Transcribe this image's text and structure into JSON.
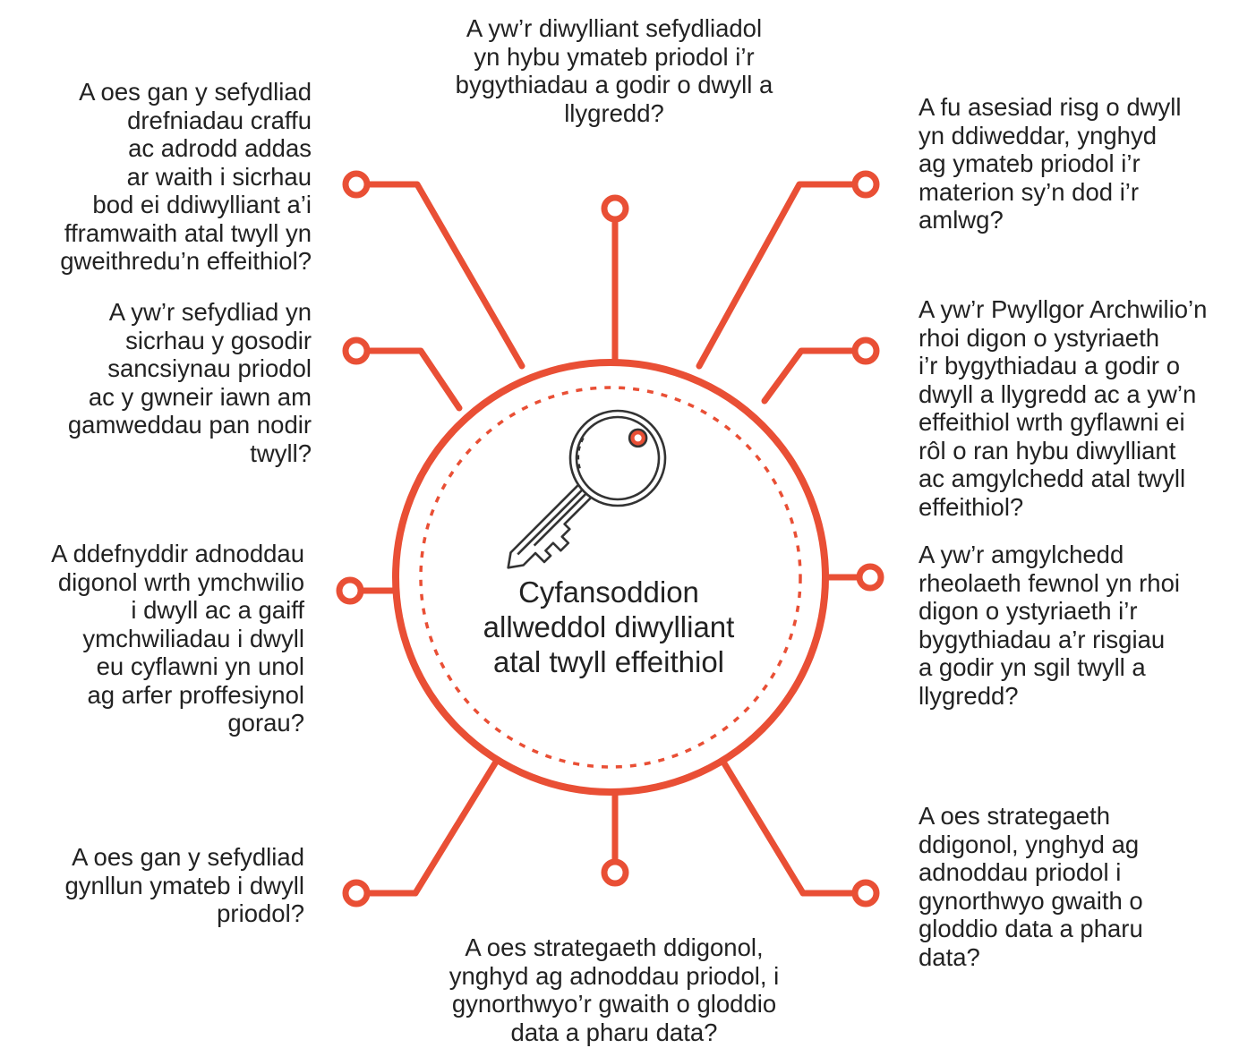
{
  "diagram": {
    "center": {
      "title": "Cyfansoddion\nallweddol diwylliant\natal twyll effeithiol",
      "icon": "key-icon"
    },
    "accent_color": "#E94F35",
    "text_color": "#222222",
    "questions": {
      "top": "A yw’r diwylliant sefydliadol\nyn hybu ymateb priodol i’r\nbygythiadau a godir o dwyll a\nllygredd?",
      "top_right": "A fu asesiad risg o dwyll\nyn ddiweddar, ynghyd\nag ymateb priodol i’r\nmaterion sy’n dod i’r\namlwg?",
      "upper_right": "A yw’r Pwyllgor Archwilio’n\nrhoi digon o ystyriaeth\ni’r bygythiadau a godir o\ndwyll a llygredd ac a yw’n\neffeithiol wrth gyflawni ei\nrôl o ran hybu diwylliant\nac amgylchedd atal twyll\neffeithiol?",
      "right": "A yw’r amgylchedd\nrheolaeth fewnol yn rhoi\ndigon o ystyriaeth i’r\nbygythiadau a’r risgiau\na godir yn sgil twyll a\nllygredd?",
      "bottom_right": "A oes strategaeth\nddigonol, ynghyd ag\nadnoddau priodol i\ngynorthwyo gwaith o\ngloddio data a pharu\ndata?",
      "bottom": "A oes strategaeth ddigonol,\nynghyd ag adnoddau priodol, i\ngynorthwyo’r gwaith o gloddio\ndata a pharu data?",
      "bottom_left": "A oes gan y sefydliad\ngynllun ymateb i dwyll\npriodol?",
      "left": "A ddefnyddir adnoddau\ndigonol wrth ymchwilio\ni dwyll ac a gaiff\nymchwiliadau i dwyll\neu cyflawni yn unol\nag arfer proffesiynol\ngorau?",
      "upper_left": "A yw’r sefydliad yn\nsicrhau y gosodir\nsancsiynau priodol\nac y gwneir iawn am\ngamweddau pan nodir\ntwyll?",
      "top_left": "A oes gan y sefydliad\ndrefniadau craffu\nac adrodd addas\nar waith i sicrhau\nbod ei ddiwylliant a’i\nfframwaith atal twyll yn\ngweithredu’n effeithiol?"
    }
  }
}
